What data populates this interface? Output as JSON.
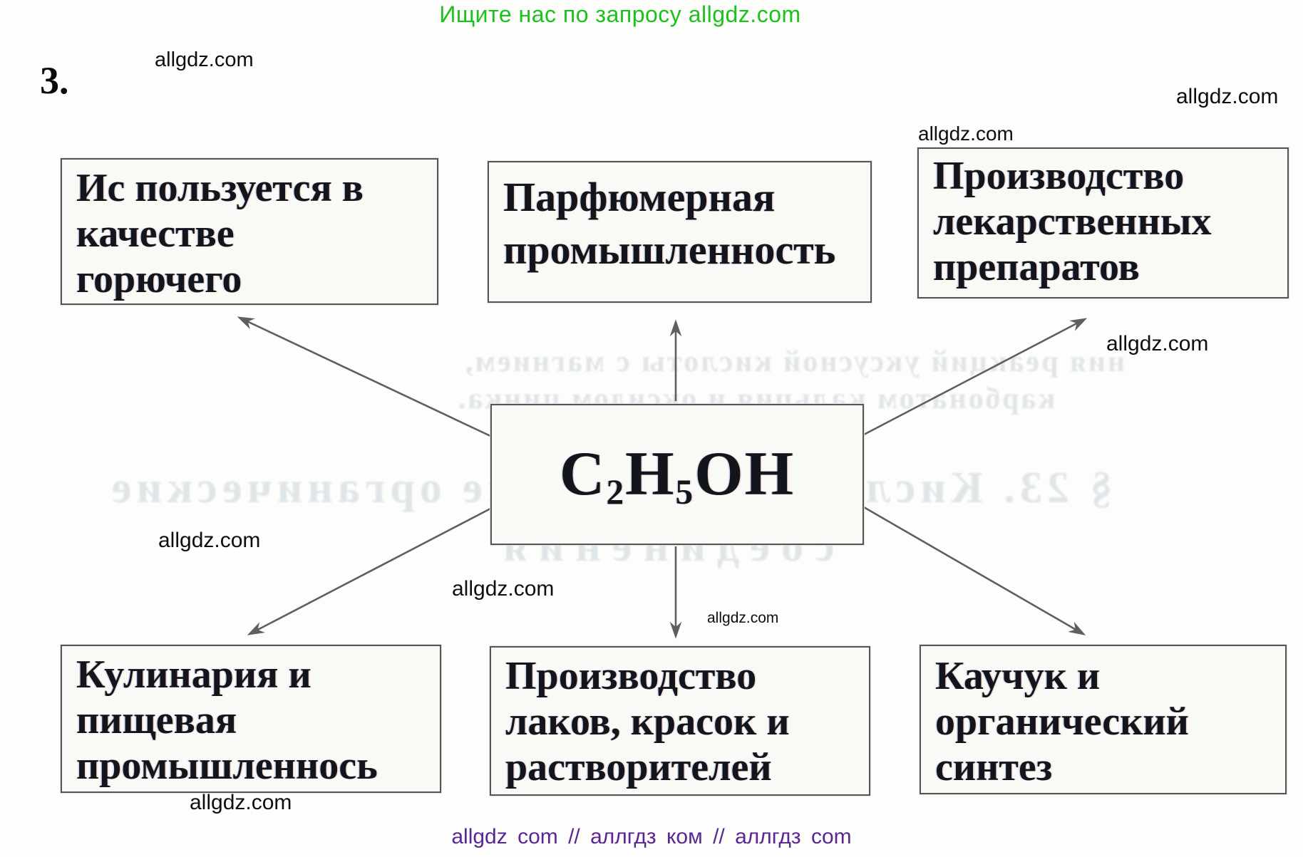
{
  "header": {
    "promo": "Ищите нас по запросу allgdz.com"
  },
  "exercise_number": "3.",
  "watermark": "allgdz.com",
  "footer": {
    "text": "allgdz com  //  аллгдз ком  //  аллгдз com"
  },
  "colors": {
    "promo_green": "#1cc21c",
    "footer_purple": "#5b2693",
    "box_border": "#54545a",
    "box_text_ink": "#14141c",
    "watermark_black": "#0e0e0e",
    "arrow_gray": "#5f5f5f"
  },
  "diagram": {
    "center": {
      "formula_text": "C2H5OH",
      "formula_parts": {
        "c": "C",
        "sub2": "2",
        "h": "H",
        "sub5": "5",
        "oh": "OH"
      }
    },
    "boxes": {
      "top_left": {
        "lines": [
          "Ис пользуется в",
          "качестве",
          "горючего"
        ]
      },
      "top_center": {
        "lines": [
          "Парфюмерная",
          "промышленность"
        ]
      },
      "top_right": {
        "lines": [
          "Производство",
          "лекарственных",
          "препаратов"
        ]
      },
      "bottom_left": {
        "lines": [
          "Кулинария и",
          "пищевая",
          "промышленнось"
        ]
      },
      "bottom_center": {
        "lines": [
          "Производство",
          "лаков, красок и",
          "растворителей"
        ]
      },
      "bottom_right": {
        "lines": [
          "Каучук и",
          "органический",
          "синтез"
        ]
      }
    }
  },
  "ghost_texts": {
    "g1": "ния реакций уксусной кислоты с магнием,",
    "g2": "карбонатом кальция и оксидом цинка.",
    "g3": "§ 23. Кислородсодержащие органические",
    "g4": "соединения"
  }
}
